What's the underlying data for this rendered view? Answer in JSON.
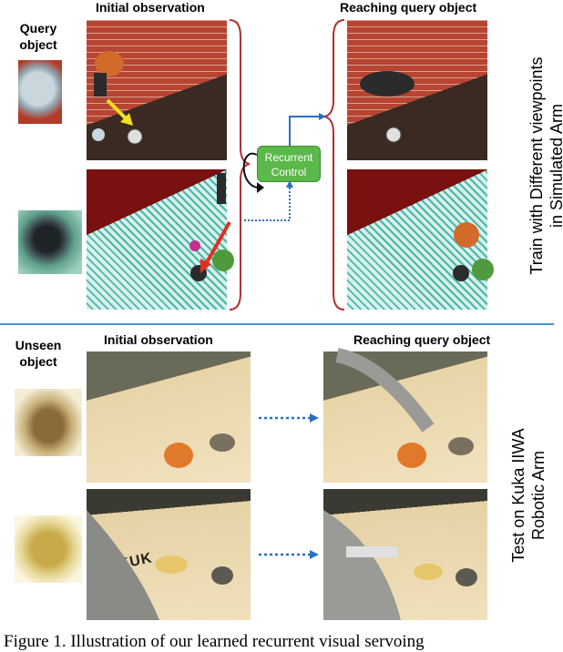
{
  "top_section": {
    "query_label": "Query\nobject",
    "initial_header": "Initial observation",
    "reaching_header": "Reaching query object",
    "control_label": "Recurrent\nControl",
    "side_text": "Train  with Different viewpoints\nin Simulated Arm"
  },
  "bottom_section": {
    "unseen_label": "Unseen\nobject",
    "initial_header": "Initial observation",
    "reaching_header": "Reaching query object",
    "side_text": "Test on Kuka IIWA\nRobotic Arm",
    "robot_brand": "KUK"
  },
  "caption": "Figure 1. Illustration of our learned recurrent visual servoing",
  "colors": {
    "brace": "#b03030",
    "arrow_blue": "#2a6fc0",
    "separator": "#4a90d9",
    "control_box": "#5bb84a",
    "pointer_yellow": "#f2e020",
    "pointer_red": "#e03020"
  }
}
